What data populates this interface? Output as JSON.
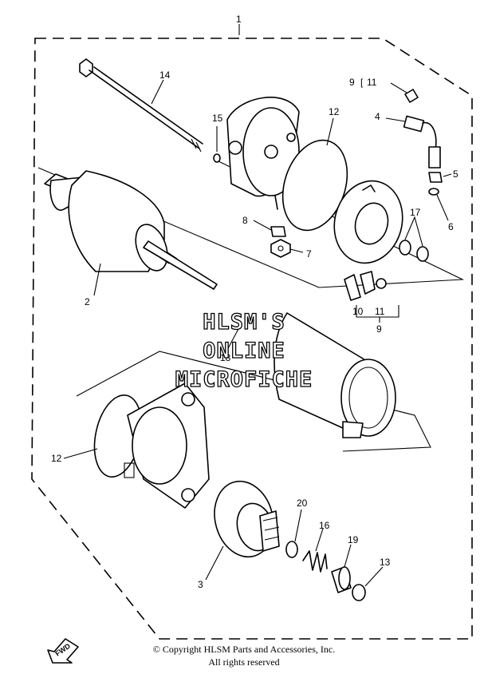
{
  "callouts": {
    "c1": "1",
    "c14": "14",
    "c15": "15",
    "c12a": "12",
    "c9a": "9",
    "c11a": "11",
    "c4": "4",
    "c5": "5",
    "c6": "6",
    "c17": "17",
    "c8": "8",
    "c7": "7",
    "c2": "2",
    "c10": "10",
    "c11b": "11",
    "c9b": "9",
    "c18": "18",
    "c12b": "12",
    "c20": "20",
    "c16": "16",
    "c19": "19",
    "c13": "13",
    "c3": "3"
  },
  "watermark": {
    "line1": "HLSM'S",
    "line2": "ONLINE",
    "line3": "MICROFICHE"
  },
  "fwd_label": "FWD",
  "copyright": {
    "line1": "© Copyright HLSM Parts and Accessories, Inc.",
    "line2": "All rights reserved"
  }
}
